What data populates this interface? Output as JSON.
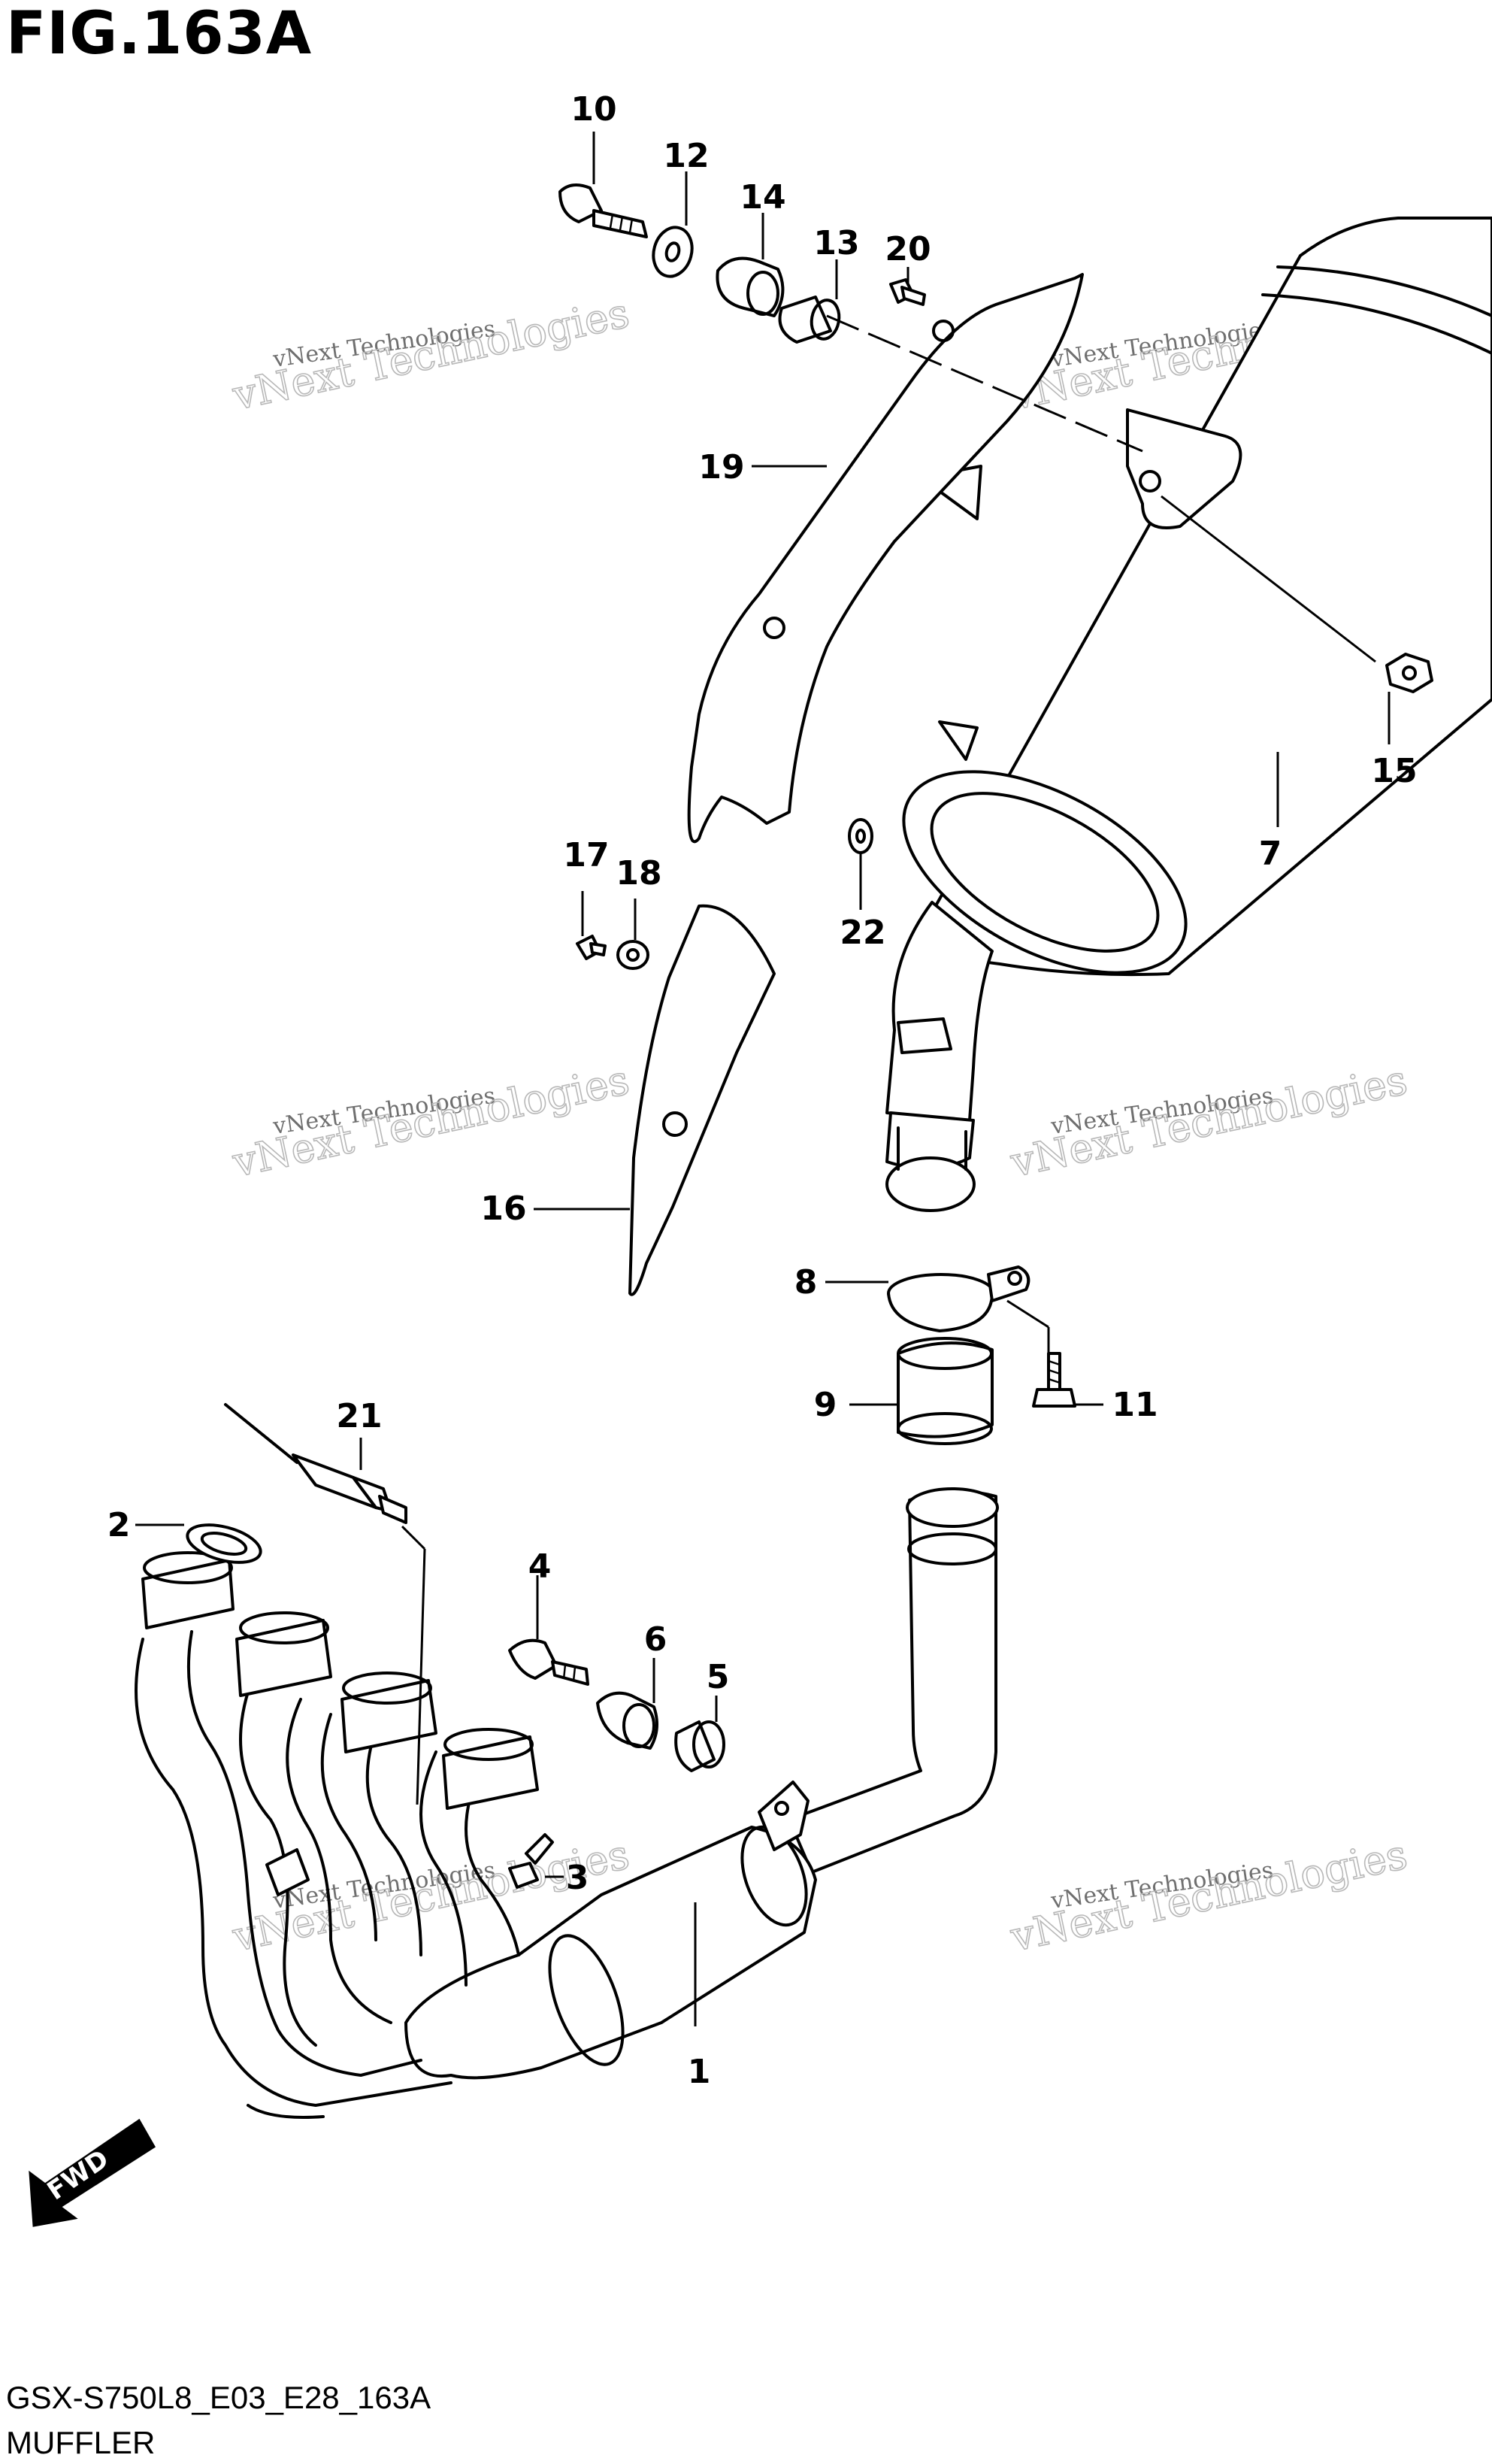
{
  "figure": {
    "title": "FIG.163A"
  },
  "footer": {
    "code": "GSX-S750L8_E03_E28_163A",
    "name": "MUFFLER"
  },
  "direction": {
    "label": "FWD"
  },
  "watermark": {
    "line1": "vNext Technologies",
    "line2": "vNext Technologies"
  },
  "callouts": [
    {
      "id": "1",
      "label": "1"
    },
    {
      "id": "2",
      "label": "2"
    },
    {
      "id": "3",
      "label": "3"
    },
    {
      "id": "4",
      "label": "4"
    },
    {
      "id": "5",
      "label": "5"
    },
    {
      "id": "6",
      "label": "6"
    },
    {
      "id": "7",
      "label": "7"
    },
    {
      "id": "8",
      "label": "8"
    },
    {
      "id": "9",
      "label": "9"
    },
    {
      "id": "10",
      "label": "10"
    },
    {
      "id": "11",
      "label": "11"
    },
    {
      "id": "12",
      "label": "12"
    },
    {
      "id": "13",
      "label": "13"
    },
    {
      "id": "14",
      "label": "14"
    },
    {
      "id": "15",
      "label": "15"
    },
    {
      "id": "16",
      "label": "16"
    },
    {
      "id": "17",
      "label": "17"
    },
    {
      "id": "18",
      "label": "18"
    },
    {
      "id": "19",
      "label": "19"
    },
    {
      "id": "20",
      "label": "20"
    },
    {
      "id": "21",
      "label": "21"
    },
    {
      "id": "22",
      "label": "22"
    }
  ]
}
